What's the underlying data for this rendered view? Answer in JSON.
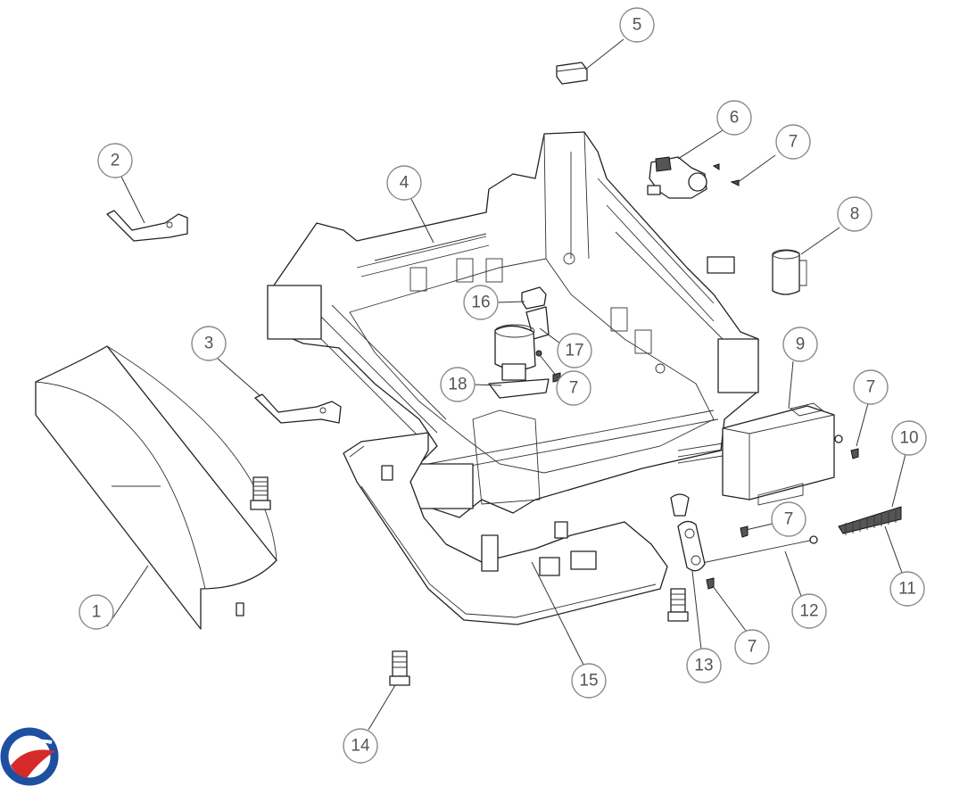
{
  "callouts": [
    {
      "id": "c1",
      "label": "1"
    },
    {
      "id": "c2",
      "label": "2"
    },
    {
      "id": "c3",
      "label": "3"
    },
    {
      "id": "c4",
      "label": "4"
    },
    {
      "id": "c5",
      "label": "5"
    },
    {
      "id": "c6",
      "label": "6"
    },
    {
      "id": "c7a",
      "label": "7"
    },
    {
      "id": "c7b",
      "label": "7"
    },
    {
      "id": "c7c",
      "label": "7"
    },
    {
      "id": "c7d",
      "label": "7"
    },
    {
      "id": "c7e",
      "label": "7"
    },
    {
      "id": "c8",
      "label": "8"
    },
    {
      "id": "c9",
      "label": "9"
    },
    {
      "id": "c10",
      "label": "10"
    },
    {
      "id": "c11",
      "label": "11"
    },
    {
      "id": "c12",
      "label": "12"
    },
    {
      "id": "c13",
      "label": "13"
    },
    {
      "id": "c14",
      "label": "14"
    },
    {
      "id": "c15",
      "label": "15"
    },
    {
      "id": "c16",
      "label": "16"
    },
    {
      "id": "c17",
      "label": "17"
    },
    {
      "id": "c18",
      "label": "18"
    }
  ],
  "colors": {
    "logo_blue": "#1f4fa0",
    "logo_red": "#d42a2a",
    "callout_stroke": "#8a8a8a",
    "line": "#222222"
  }
}
